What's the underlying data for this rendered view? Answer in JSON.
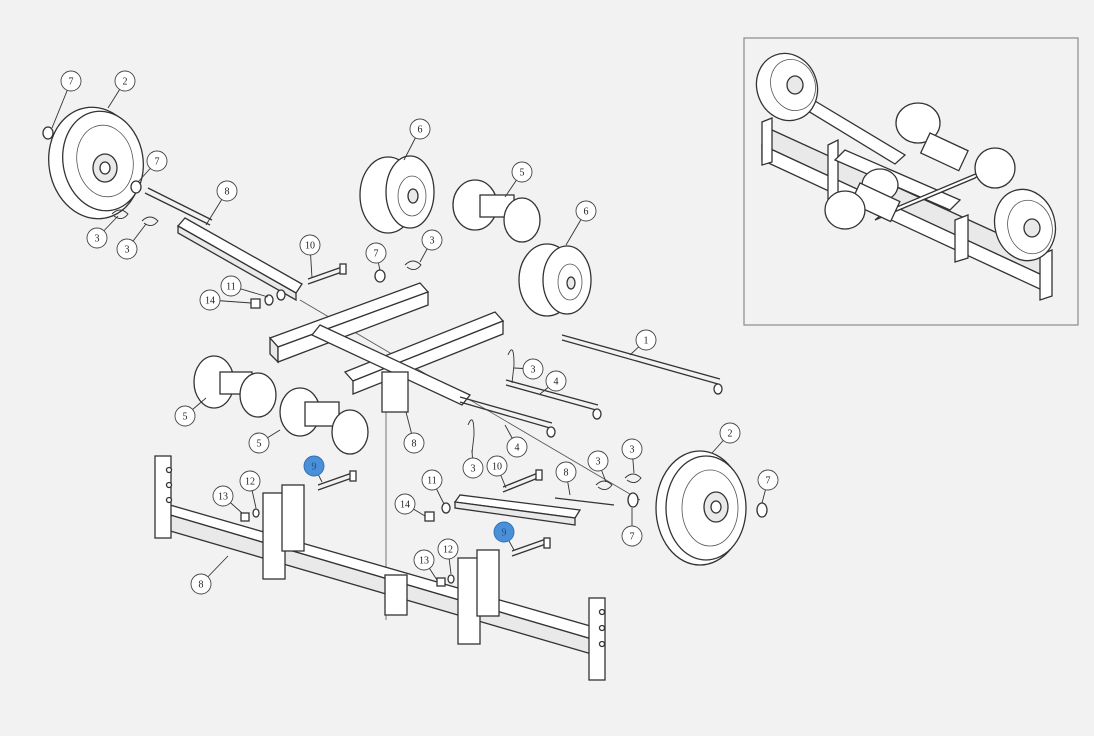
{
  "diagram": {
    "inset_border_color": "#8a8a8a",
    "highlight_color": "#4a90d9",
    "callouts": [
      {
        "id": "c-7a",
        "label": "7"
      },
      {
        "id": "c-2a",
        "label": "2"
      },
      {
        "id": "c-7b",
        "label": "7"
      },
      {
        "id": "c-8a",
        "label": "8"
      },
      {
        "id": "c-3a",
        "label": "3"
      },
      {
        "id": "c-3b",
        "label": "3"
      },
      {
        "id": "c-6a",
        "label": "6"
      },
      {
        "id": "c-5a",
        "label": "5"
      },
      {
        "id": "c-6b",
        "label": "6"
      },
      {
        "id": "c-10a",
        "label": "10"
      },
      {
        "id": "c-7c",
        "label": "7"
      },
      {
        "id": "c-3c",
        "label": "3"
      },
      {
        "id": "c-11a",
        "label": "11"
      },
      {
        "id": "c-14a",
        "label": "14"
      },
      {
        "id": "c-1",
        "label": "1"
      },
      {
        "id": "c-3d",
        "label": "3"
      },
      {
        "id": "c-4a",
        "label": "4"
      },
      {
        "id": "c-5b",
        "label": "5"
      },
      {
        "id": "c-5c",
        "label": "5"
      },
      {
        "id": "c-8b",
        "label": "8"
      },
      {
        "id": "c-4b",
        "label": "4"
      },
      {
        "id": "c-9a",
        "label": "9"
      },
      {
        "id": "c-3e",
        "label": "3"
      },
      {
        "id": "c-10b",
        "label": "10"
      },
      {
        "id": "c-11b",
        "label": "11"
      },
      {
        "id": "c-8c",
        "label": "8"
      },
      {
        "id": "c-3f",
        "label": "3"
      },
      {
        "id": "c-3g",
        "label": "3"
      },
      {
        "id": "c-2b",
        "label": "2"
      },
      {
        "id": "c-7d",
        "label": "7"
      },
      {
        "id": "c-12a",
        "label": "12"
      },
      {
        "id": "c-13a",
        "label": "13"
      },
      {
        "id": "c-14b",
        "label": "14"
      },
      {
        "id": "c-7e",
        "label": "7"
      },
      {
        "id": "c-9b",
        "label": "9"
      },
      {
        "id": "c-8d",
        "label": "8"
      },
      {
        "id": "c-13b",
        "label": "13"
      },
      {
        "id": "c-12b",
        "label": "12"
      }
    ]
  }
}
